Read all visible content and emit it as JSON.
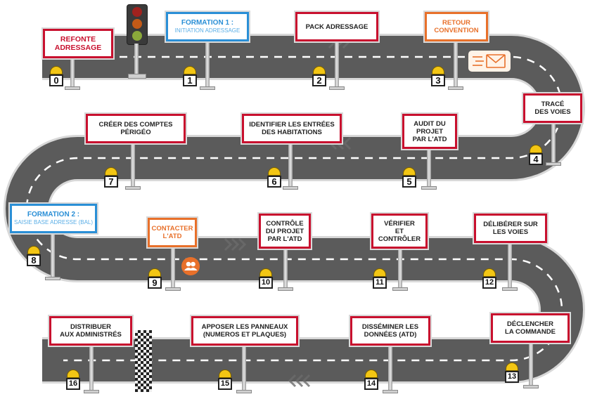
{
  "colors": {
    "road": "#5a5a5a",
    "road_edge": "#e2e2e2",
    "sign_border_red": "#c8102e",
    "sign_border_blue": "#2a8fd6",
    "orange": "#e8702a",
    "marker_yellow": "#f3c614"
  },
  "steps": [
    {
      "number": "0",
      "label_lines": [
        "REFONTE",
        "ADRESSAGE"
      ]
    },
    {
      "number": "1",
      "label_lines": [
        "FORMATION 1 :",
        "INITIATION ADRESSAGE"
      ]
    },
    {
      "number": "2",
      "label_lines": [
        "PACK ADRESSAGE"
      ]
    },
    {
      "number": "3",
      "label_lines": [
        "RETOUR",
        "CONVENTION"
      ]
    },
    {
      "number": "4",
      "label_lines": [
        "TRACÉ",
        "DES VOIES"
      ]
    },
    {
      "number": "5",
      "label_lines": [
        "AUDIT DU",
        "PROJET",
        "PAR L'ATD"
      ]
    },
    {
      "number": "6",
      "label_lines": [
        "IDENTIFIER LES ENTRÉES",
        "DES HABITATIONS"
      ]
    },
    {
      "number": "7",
      "label_lines": [
        "CRÉER DES COMPTES",
        "PÉRIGÉO"
      ]
    },
    {
      "number": "8",
      "label_lines": [
        "FORMATION 2 :",
        "SAISIE BASE ADRESSE (BAL)"
      ]
    },
    {
      "number": "9",
      "label_lines": [
        "CONTACTER",
        "L'ATD"
      ]
    },
    {
      "number": "10",
      "label_lines": [
        "CONTRÔLE",
        "DU PROJET",
        "PAR L'ATD"
      ]
    },
    {
      "number": "11",
      "label_lines": [
        "VÉRIFIER",
        "ET",
        "CONTRÔLER"
      ]
    },
    {
      "number": "12",
      "label_lines": [
        "DÉLIBÉRER SUR",
        "LES VOIES"
      ]
    },
    {
      "number": "13",
      "label_lines": [
        "DÉCLENCHER",
        "LA COMMANDE"
      ]
    },
    {
      "number": "14",
      "label_lines": [
        "DISSÉMINER LES",
        "DONNÉES (ATD)"
      ]
    },
    {
      "number": "15",
      "label_lines": [
        "APPOSER LES PANNEAUX",
        "(NUMEROS ET PLAQUES)"
      ]
    },
    {
      "number": "16",
      "label_lines": [
        "DISTRIBUER",
        "AUX ADMINISTRÉS"
      ]
    }
  ],
  "icons": {
    "start": "traffic-light-icon",
    "mail": "envelope-icon",
    "contact": "people-icon",
    "finish": "checkered-flag-icon"
  }
}
